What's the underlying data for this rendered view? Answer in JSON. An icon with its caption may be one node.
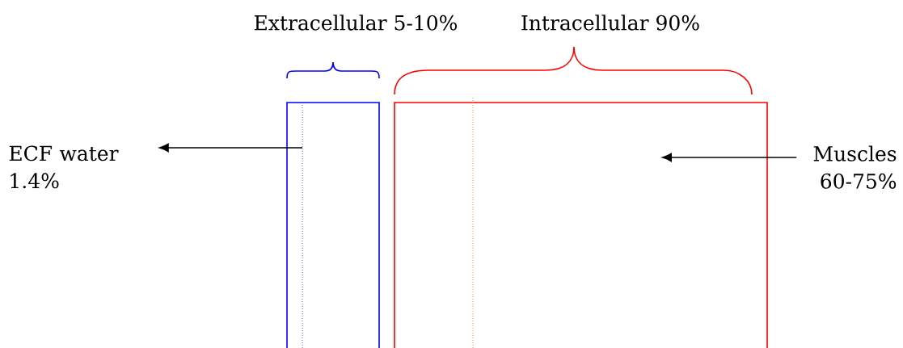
{
  "diagram": {
    "nodes": [
      {
        "text": [],
        "shape": "box"
      },
      {
        "text": [],
        "shape": "line",
        "in": 0
      },
      {
        "text": [],
        "shape": "box"
      },
      {
        "text": [],
        "shape": "line",
        "in": 2
      },
      {
        "text": [
          "ECF water 1.4%"
        ]
      },
      {
        "text": [
          "Muscles 60-75%"
        ]
      }
    ],
    "edges": [
      {
        "from": 1,
        "to": 4,
        "arrow": "to"
      },
      {
        "from": 5,
        "to": null,
        "arrow": "to"
      }
    ],
    "labels": [
      "Extracellular 5-10%",
      "Intracellular 90%"
    ]
  }
}
